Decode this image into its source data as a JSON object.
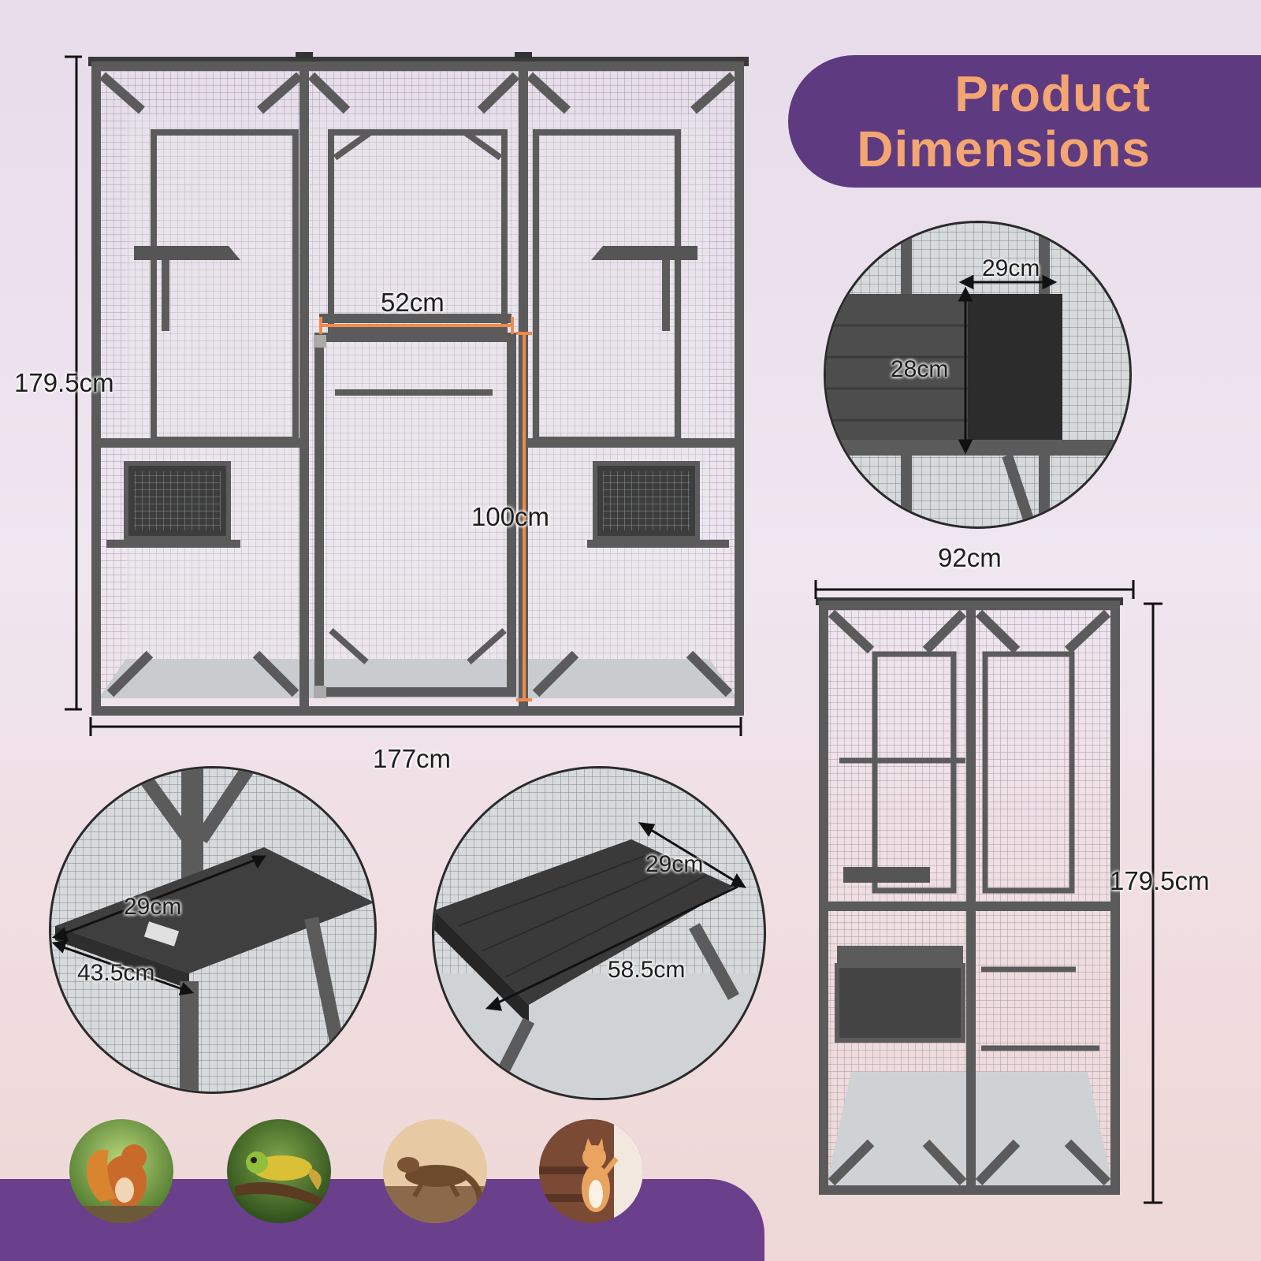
{
  "banner": {
    "title_line1": "Product",
    "title_line2": "Dimensions"
  },
  "front_view": {
    "height_label": "179.5cm",
    "width_label": "177cm",
    "door_width_label": "52cm",
    "door_height_label": "100cm"
  },
  "nest_detail": {
    "width_label": "29cm",
    "height_label": "28cm"
  },
  "shelf_detail": {
    "width_label": "29cm",
    "depth_label": "43.5cm"
  },
  "platform_detail": {
    "width_label": "29cm",
    "length_label": "58.5cm"
  },
  "side_view": {
    "depth_label": "92cm",
    "height_label": "179.5cm"
  },
  "animals": [
    "squirrel-photo",
    "chameleon-photo",
    "lizard-photo",
    "cat-photo"
  ],
  "colors": {
    "banner": "#5e3a80",
    "banner_text": "#f4a672",
    "frame": "#5b5b5b",
    "door_dimension": "#f08a4b"
  }
}
